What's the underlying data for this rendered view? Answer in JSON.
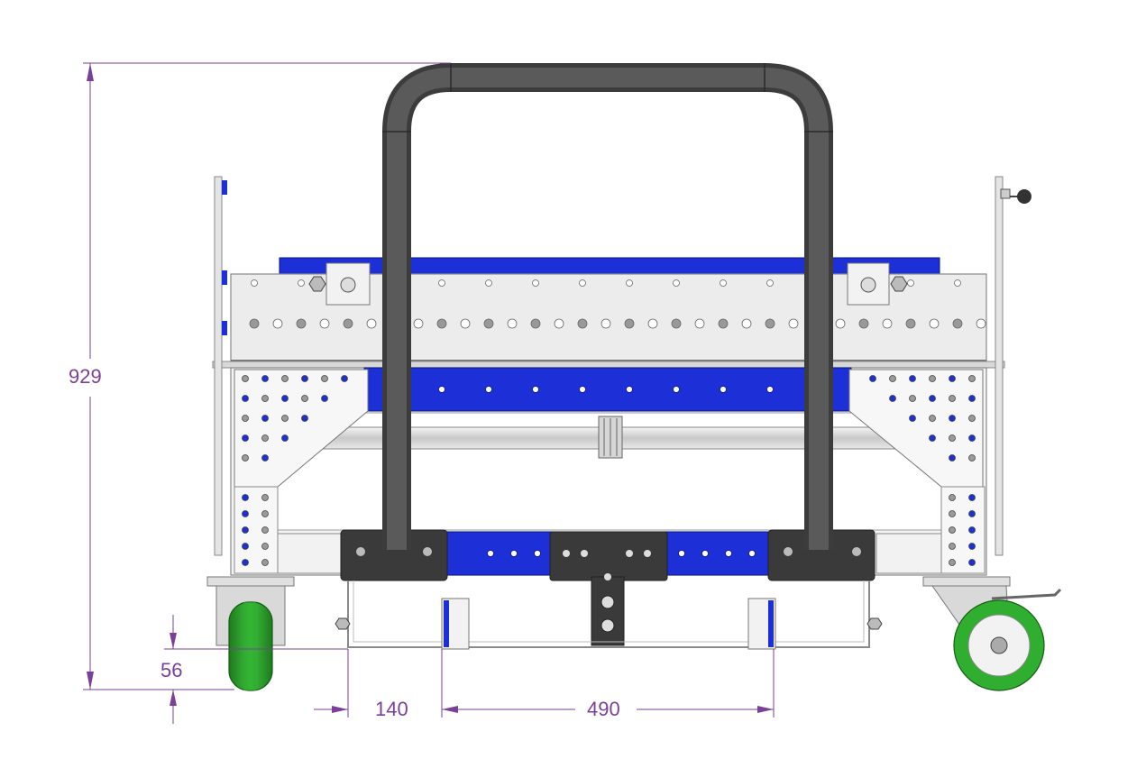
{
  "dimensions": {
    "overall_height": "929",
    "ground_clearance": "56",
    "side_offset": "140",
    "inner_width": "490"
  },
  "colors": {
    "dimension": "#7b3f98",
    "frame_blue": "#1d2fd6",
    "steel": "#e6e6e6",
    "steel_edge": "#8a8a8a",
    "handle": "#4a4a4a",
    "bracket_dark": "#3a3a3a",
    "wheel_green": "#2fae2f",
    "wheel_green_dark": "#1e7a1e"
  }
}
